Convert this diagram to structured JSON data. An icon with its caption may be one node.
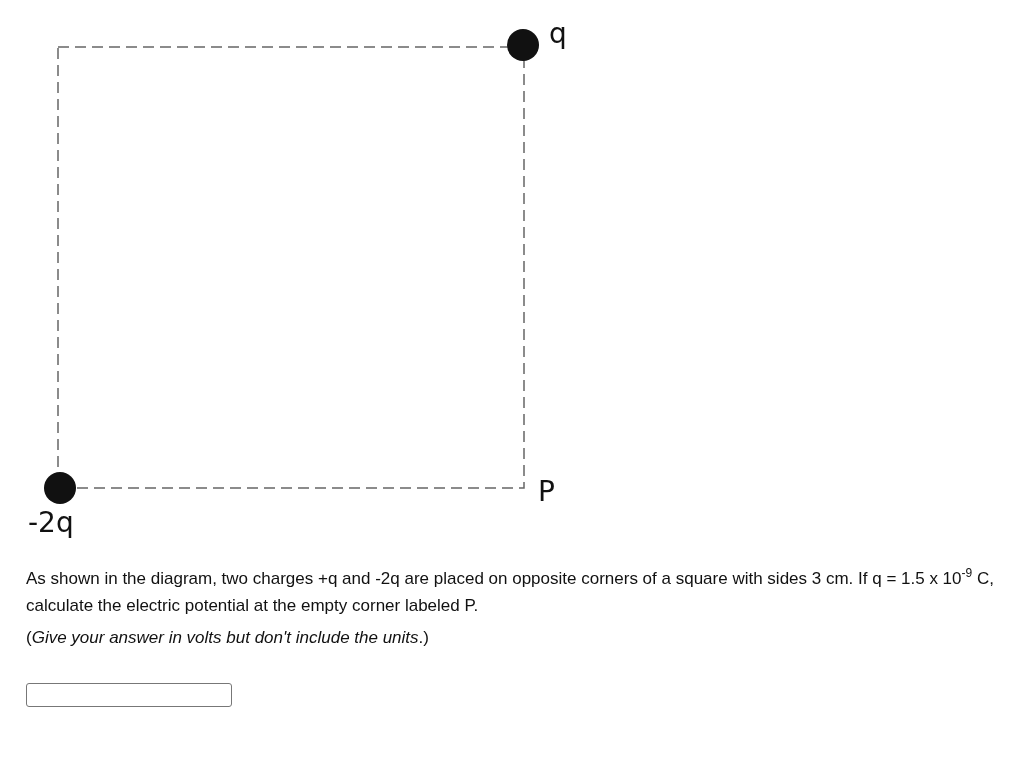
{
  "diagram": {
    "nodes": [
      {
        "text": [],
        "shape": "box"
      },
      {
        "text": [],
        "shape": "circle",
        "beside": [
          "q"
        ]
      },
      {
        "text": [],
        "shape": "circle",
        "beside": [
          "-2q"
        ]
      }
    ],
    "edges": [],
    "labels": [
      "P",
      "As shown in the diagram, two charges +q and -2q are placed on opposite corners of a square with sides 3 cm. If q = 1.5 x 10$^{-9}$ C, calculate the electric potential at the empty corner labeled P.",
      "(*Give your answer in volts but don't include the units*.)"
    ]
  }
}
